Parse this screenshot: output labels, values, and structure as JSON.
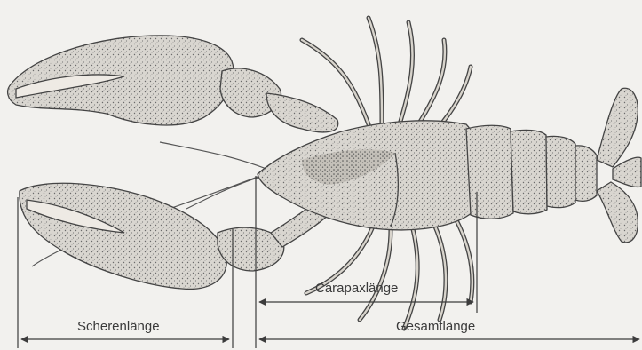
{
  "labels": {
    "chela_length": "Scherenlänge",
    "carapace_length": "Carapaxlänge",
    "total_length": "Gesamtlänge"
  },
  "colors": {
    "background": "#f2f1ee",
    "ink": "#3c3c3c",
    "body_fill": "#cfccc6",
    "shade": "#b9b5ae"
  }
}
